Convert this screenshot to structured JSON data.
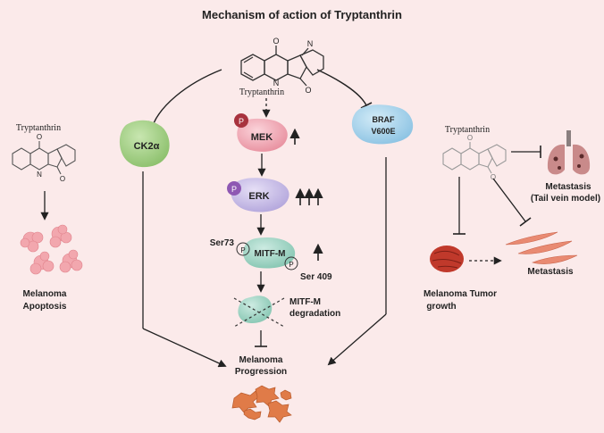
{
  "title": "Mechanism of action of Tryptanthrin",
  "drug_name": "Tryptanthrin",
  "left_panel": {
    "drug": "Tryptanthrin",
    "outcome_line1": "Melanoma",
    "outcome_line2": "Apoptosis"
  },
  "center": {
    "drug": "Tryptanthrin",
    "ck2a": "CK2α",
    "braf_line1": "BRAF",
    "braf_line2": "V600E",
    "mek": "MEK",
    "erk": "ERK",
    "mitf": "MITF-M",
    "ser73": "Ser73",
    "ser409": "Ser 409",
    "phospho": "P",
    "degradation_line1": "MITF-M",
    "degradation_line2": "degradation",
    "progression_line1": "Melanoma",
    "progression_line2": "Progression"
  },
  "right_panel": {
    "drug": "Tryptanthrin",
    "metastasis_lung_line1": "Metastasis",
    "metastasis_lung_line2": "(Tail vein model)",
    "metastasis": "Metastasis",
    "tumor_line1": "Melanoma Tumor",
    "tumor_line2": "growth"
  },
  "colors": {
    "background": "#fbeaea",
    "ck2a": "#a9d18e",
    "braf": "#a7d3ec",
    "mek": "#f2a9b5",
    "phospho_dark": "#a8323e",
    "erk": "#c9bfe8",
    "phospho_purple": "#8e58b3",
    "mitf": "#9fd4c4",
    "cells": "#e07b48",
    "apoptosis": "#f0a0a8",
    "tumor": "#c0392b",
    "lung": "#c98a8a"
  }
}
